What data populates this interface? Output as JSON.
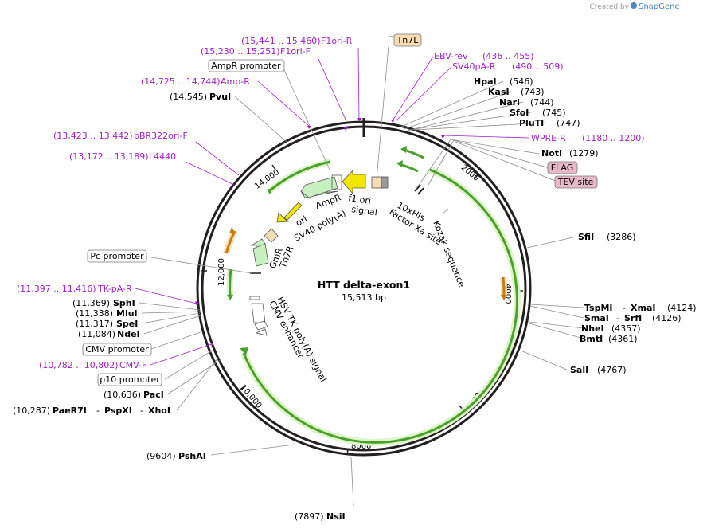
{
  "brand": {
    "created_by": "Created by",
    "name": "SnapGene"
  },
  "map": {
    "title": "HTT delta-exon1",
    "length": "15,513 bp"
  },
  "ruler": [
    "2000",
    "4000",
    "6000",
    "8000",
    "10,000",
    "12,000",
    "14,000"
  ],
  "features_inside": {
    "f1_ori": "f1 ori",
    "signal": "signal",
    "ampr": "AmpR",
    "ori": "ori",
    "sv40": "SV40 poly(A)",
    "gmr": "GmR",
    "tn7r": "Tn7R",
    "his": "10xHis",
    "factor_xa": "Factor Xa site",
    "kozak": "Kozak sequence",
    "hsv": "HSV TK poly(A) signal",
    "cmv_enh": "CMV enhancer"
  },
  "boxes": {
    "tn7l": "Tn7L",
    "ampr_promoter": "AmpR promoter",
    "flag": "FLAG",
    "tev": "TEV site",
    "pc_promoter": "Pc promoter",
    "cmv_promoter": "CMV promoter",
    "p10_promoter": "p10 promoter"
  },
  "primers": {
    "f1ori_r": {
      "range": "(15,441 .. 15,460)",
      "name": "F1ori-R"
    },
    "f1ori_f": {
      "range": "(15,230 .. 15,251)",
      "name": "F1ori-F"
    },
    "amp_r": {
      "range": "(14,725 .. 14,744)",
      "name": "Amp-R"
    },
    "pbr322": {
      "range": "(13,423 .. 13,442)",
      "name": "pBR322ori-F"
    },
    "l4440": {
      "range": "(13,172 .. 13,189)",
      "name": "L4440"
    },
    "ebv_rev": {
      "name": "EBV-rev",
      "range": "(436 .. 455)"
    },
    "sv40pa_r": {
      "name": "SV40pA-R",
      "range": "(490 .. 509)"
    },
    "wpre_r": {
      "name": "WPRE-R",
      "range": "(1180 .. 1200)"
    },
    "tk_pa_r": {
      "range": "(11,397 .. 11,416)",
      "name": "TK-pA-R"
    },
    "cmv_f": {
      "range": "(10,782 .. 10,802)",
      "name": "CMV-F"
    }
  },
  "enzymes": {
    "hpai": {
      "name": "HpaI",
      "pos": "(546)"
    },
    "kasi": {
      "name": "KasI",
      "pos": "(743)"
    },
    "nari": {
      "name": "NarI",
      "pos": "(744)"
    },
    "sfoi": {
      "name": "SfoI",
      "pos": "(745)"
    },
    "pluti": {
      "name": "PluTI",
      "pos": "(747)"
    },
    "noti": {
      "name": "NotI",
      "pos": "(1279)"
    },
    "sfii": {
      "name": "SfiI",
      "pos": "(3286)"
    },
    "tspmi": {
      "name": "TspMI",
      "sep": "-",
      "name2": "XmaI",
      "pos": "(4124)"
    },
    "smai": {
      "name": "SmaI",
      "sep": "-",
      "name2": "SrfI",
      "pos": "(4126)"
    },
    "nhei": {
      "name": "NheI",
      "pos": "(4357)"
    },
    "bmti": {
      "name": "BmtI",
      "pos": "(4361)"
    },
    "sali": {
      "name": "SalI",
      "pos": "(4767)"
    },
    "nsii": {
      "pos": "(7897)",
      "name": "NsiI"
    },
    "pshai": {
      "pos": "(9604)",
      "name": "PshAI"
    },
    "paer7i": {
      "pos": "(10,287)",
      "name": "PaeR7I",
      "sep1": "-",
      "name2": "PspXI",
      "sep2": "-",
      "name3": "XhoI"
    },
    "paci": {
      "pos": "(10,636)",
      "name": "PacI"
    },
    "ndei": {
      "pos": "(11,084)",
      "name": "NdeI"
    },
    "spei": {
      "pos": "(11,317)",
      "name": "SpeI"
    },
    "mlui": {
      "pos": "(11,338)",
      "name": "MluI"
    },
    "sphi": {
      "pos": "(11,369)",
      "name": "SphI"
    },
    "pvui": {
      "pos": "(14,545)",
      "name": "PvuI"
    }
  },
  "colors": {
    "backbone": "#231f20",
    "green_feature": "#9bdc7a",
    "insert_line": "#4aa02c",
    "yellow": "#f2e600",
    "primer": "#a020c8",
    "orange": "#f0a020",
    "tag_fill": "#e6b8c8",
    "tn7_fill": "#f8dcb4"
  }
}
